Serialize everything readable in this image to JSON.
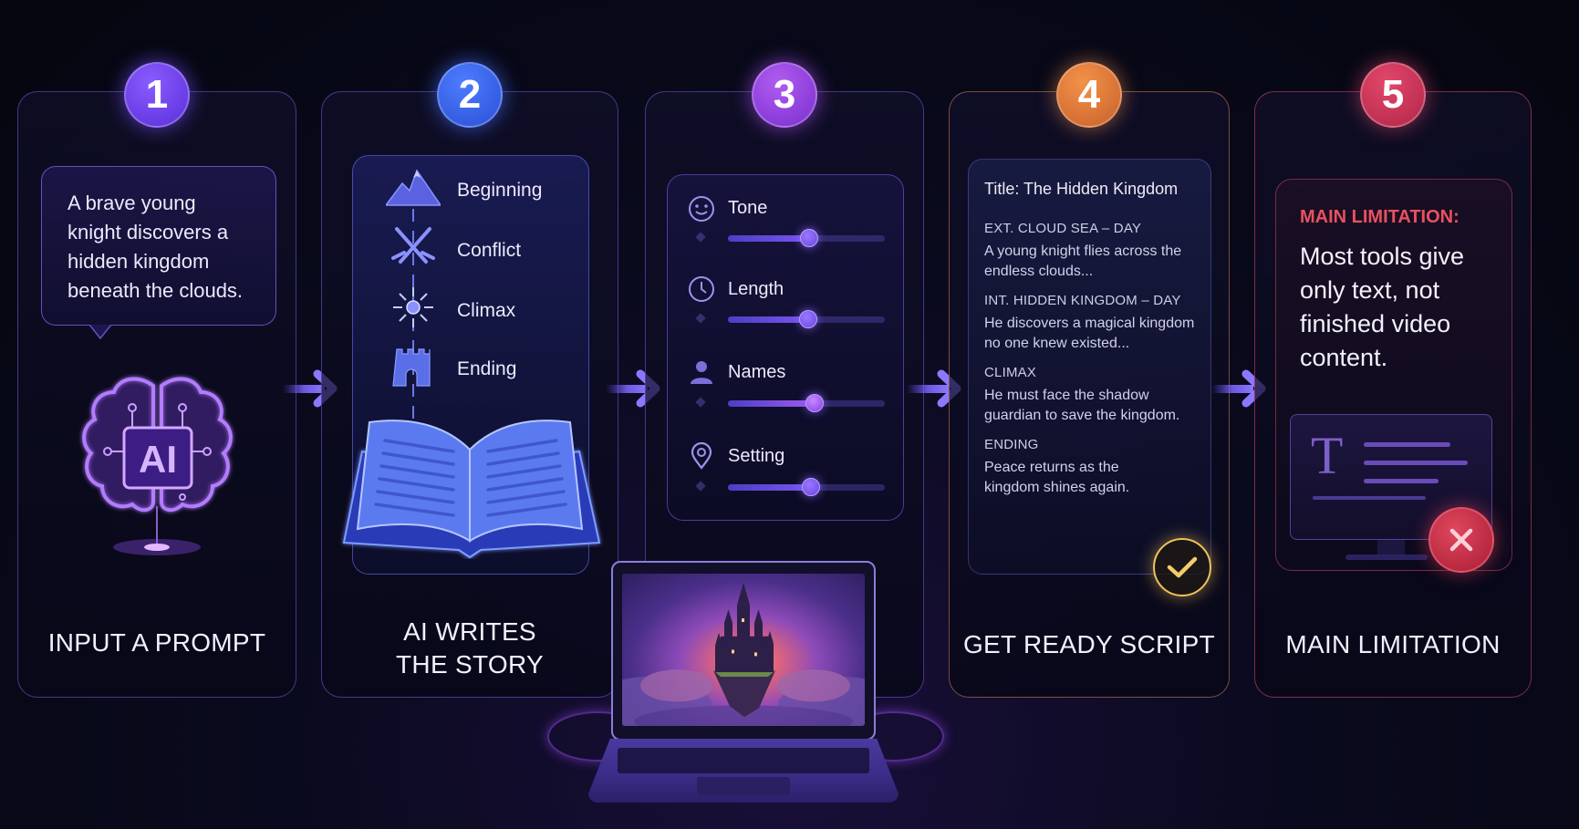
{
  "steps": [
    {
      "number": "1",
      "title": "INPUT A PROMPT",
      "prompt_text": "A brave young knight discovers a hidden kingdom beneath the clouds.",
      "icon": "ai-brain-icon",
      "icon_label": "AI",
      "color": "#6a3ef0"
    },
    {
      "number": "2",
      "title_line1": "AI WRITES",
      "title_line2": "THE STORY",
      "stages": [
        {
          "label": "Beginning",
          "icon": "mountain-icon"
        },
        {
          "label": "Conflict",
          "icon": "crossed-swords-icon"
        },
        {
          "label": "Climax",
          "icon": "burst-icon"
        },
        {
          "label": "Ending",
          "icon": "castle-icon"
        }
      ],
      "illustration": "open-book-icon",
      "color": "#3a62f0"
    },
    {
      "number": "3",
      "settings": [
        {
          "label": "Tone",
          "icon": "smiley-icon",
          "value_pct": 52
        },
        {
          "label": "Length",
          "icon": "clock-icon",
          "value_pct": 51
        },
        {
          "label": "Names",
          "icon": "person-icon",
          "value_pct": 55
        },
        {
          "label": "Setting",
          "icon": "map-pin-icon",
          "value_pct": 53
        }
      ],
      "illustration": "laptop-floating-castle",
      "color": "#9a45e6"
    },
    {
      "number": "4",
      "title": "GET READY SCRIPT",
      "script": {
        "title": "Title: The Hidden Kingdom",
        "scenes": [
          {
            "heading": "EXT. CLOUD SEA – DAY",
            "text": "A young knight flies across the endless clouds..."
          },
          {
            "heading": "INT. HIDDEN KINGDOM – DAY",
            "text": "He discovers a magical kingdom no one knew existed..."
          },
          {
            "heading": "CLIMAX",
            "text": "He must face the shadow guardian to save the kingdom."
          },
          {
            "heading": "ENDING",
            "text": "Peace returns as the kingdom shines again."
          }
        ]
      },
      "status_icon": "checkmark-icon",
      "color": "#e07a3a"
    },
    {
      "number": "5",
      "title": "MAIN LIMITATION",
      "limitation_label": "MAIN LIMITATION:",
      "limitation_text": "Most tools give only text, not finished video content.",
      "illustration": "text-monitor-icon",
      "monitor_glyph": "T",
      "status_icon": "x-icon",
      "color": "#d0345a"
    }
  ],
  "connectors": [
    "arrow-right",
    "arrow-right",
    "arrow-right",
    "arrow-right"
  ]
}
